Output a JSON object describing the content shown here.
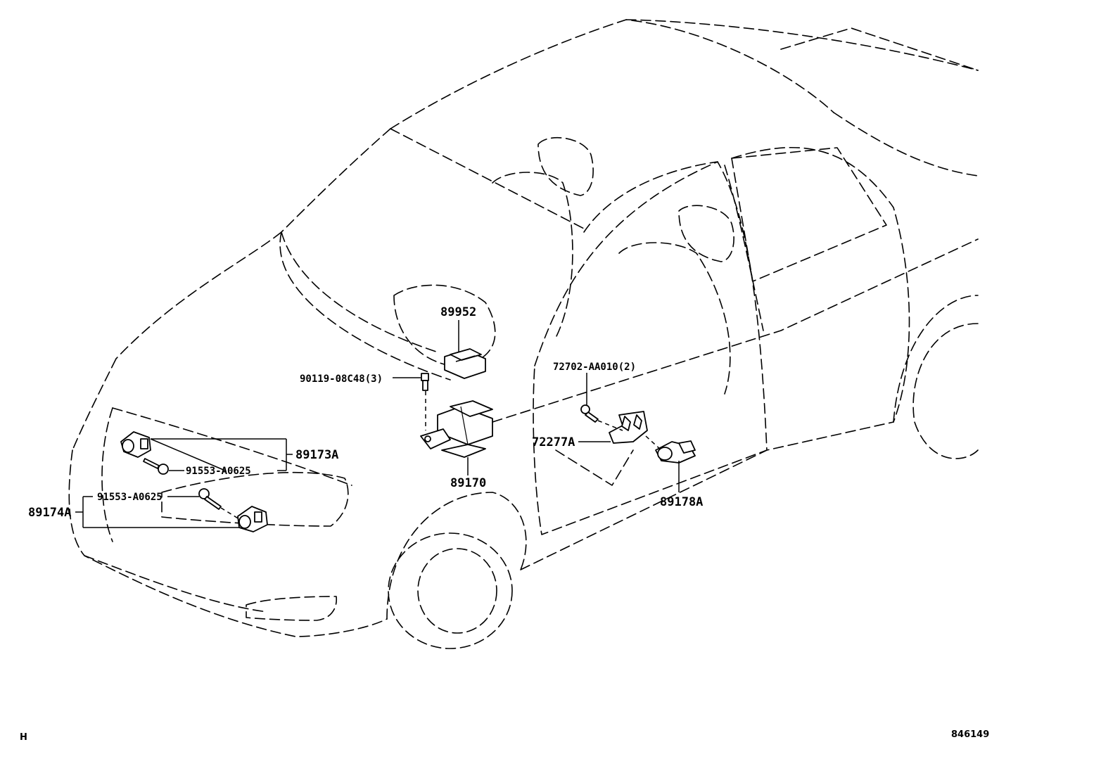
{
  "parts": {
    "p89952": "89952",
    "p90119": "90119-08C48(3)",
    "p72702": "72702-AA010(2)",
    "p72277": "72277A",
    "p89173": "89173A",
    "p91553_upper": "91553-A0625",
    "p91553_lower": "91553-A0625",
    "p89174": "89174A",
    "p89170": "89170",
    "p89178": "89178A"
  },
  "footer": {
    "left_code": "H",
    "drawing_number": "846149"
  }
}
